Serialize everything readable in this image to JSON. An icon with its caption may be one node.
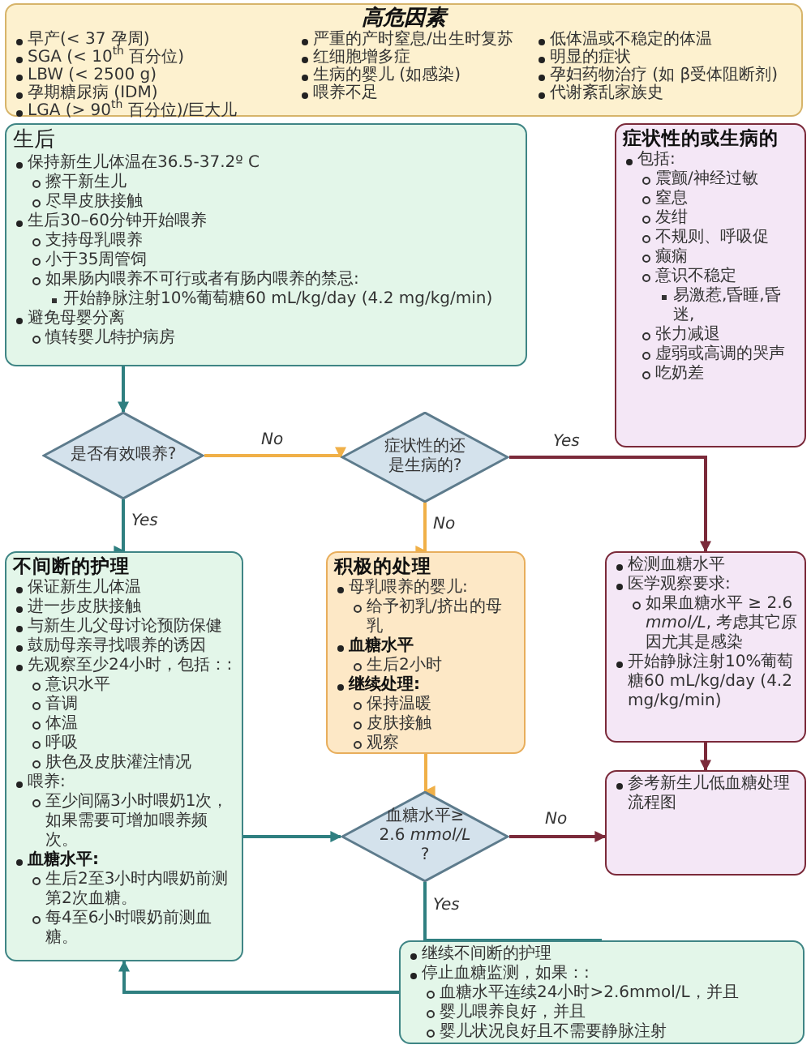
{
  "diagram": {
    "nodes": [
      {
        "text": [
          "高危因素",
          "早产(< 37 孕周)",
          "SGA (< 10$^{th}$ 百分位)",
          "LBW (< 2500 g)",
          "孕期糖尿病 (IDM)",
          "LGA (> 90$^{th}$ 百分位)/巨大儿",
          "严重的产时窒息/出生时复苏",
          "红细胞增多症",
          "生病的婴儿 (如感染)",
          "喂养不足",
          "低体温或不稳定的体温",
          "明显的症状",
          "孕妇药物治疗 (如 β受体阻断剂)",
          "代谢紊乱家族史"
        ]
      },
      {
        "text": [
          "生后",
          "保持新生儿体温在36.5-37.2º C",
          "擦干新生儿",
          "尽早皮肤接触",
          "生后30–60分钟开始喂养",
          "支持母乳喂养",
          "小于35周管饲",
          "如果肠内喂养不可行或者有肠内喂养的禁忌:",
          "开始静脉注射10%葡萄糖60 mL/kg/day (4.2 mg/kg/min)",
          "避免母婴分离",
          "慎转婴儿特护病房"
        ]
      },
      {
        "text": [
          "症状性的或生病的",
          "包括:",
          "震颤/神经过敏",
          "窒息",
          "发绀",
          "不规则、呼吸促",
          "癫痫",
          "意识不稳定",
          "易激惹,昏睡,昏迷,",
          "张力减退",
          "虚弱或高调的哭声",
          "吃奶差"
        ]
      },
      {
        "text": [
          "是否有效喂养?"
        ]
      },
      {
        "text": [
          "症状性的还是生病的?"
        ]
      },
      {
        "text": [
          "不间断的护理",
          "保证新生儿体温",
          "进一步皮肤接触",
          "与新生儿父母讨论预防保健",
          "鼓励母亲寻找喂养的诱因",
          "先观察至少24小时，包括：:",
          "意识水平",
          "音调",
          "体温",
          "呼吸",
          "肤色及皮肤灌注情况",
          "喂养:",
          "至少间隔3小时喂奶1次，如果需要可增加喂养频次。",
          "血糖水平:",
          "生后2至3小时内喂奶前测第2次血糖。",
          "每4至6小时喂奶前测血糖。"
        ]
      },
      {
        "text": [
          "积极的处理",
          "母乳喂养的婴儿:",
          "给予初乳/挤出的母乳",
          "血糖水平",
          "生后2小时",
          "继续处理:",
          "保持温暖",
          "皮肤接触",
          "观察"
        ]
      },
      {
        "text": [
          "检测血糖水平",
          "医学观察要求:",
          "如果血糖水平 ≥ 2.6 *mmol/L*, 考虑其它原因尤其是感染",
          "开始静脉注射10%葡萄糖60 mL/kg/day (4.2 mg/kg/min)"
        ]
      },
      {
        "text": [
          "血糖水平≥ 2.6 *mmol/L* ?"
        ]
      },
      {
        "text": [
          "参考新生儿低血糖处理流程图"
        ]
      },
      {
        "text": [
          "继续不间断的护理",
          "停止血糖监测，如果：:",
          "血糖水平连续24小时>2.6mmol/L，并且",
          "婴儿喂养良好，并且",
          "婴儿状况良好且不需要静脉注射"
        ]
      }
    ],
    "edges": [
      {
        "from": 1,
        "to": 3,
        "arrow": "to"
      },
      {
        "from": 3,
        "to": 4,
        "arrow": "to",
        "label": "No",
        "color": "#f0b048"
      },
      {
        "from": 3,
        "to": 5,
        "arrow": "to",
        "label": "Yes"
      },
      {
        "from": 4,
        "to": 7,
        "arrow": "to",
        "label": "Yes",
        "color": "#7b2a3a"
      },
      {
        "from": 4,
        "to": 6,
        "arrow": "to",
        "label": "No",
        "color": "#f0b048"
      },
      {
        "from": 6,
        "to": 8,
        "arrow": "to",
        "color": "#f0b048"
      },
      {
        "from": 8,
        "to": 9,
        "arrow": "to",
        "label": "No",
        "color": "#7b2a3a"
      },
      {
        "from": 7,
        "to": 9,
        "arrow": "to",
        "color": "#7b2a3a"
      },
      {
        "from": 8,
        "to": 10,
        "arrow": "none",
        "label": "Yes"
      },
      {
        "from": 10,
        "to": 5,
        "arrow": "to"
      },
      {
        "from": 5,
        "to": 8,
        "arrow": "to"
      }
    ]
  }
}
